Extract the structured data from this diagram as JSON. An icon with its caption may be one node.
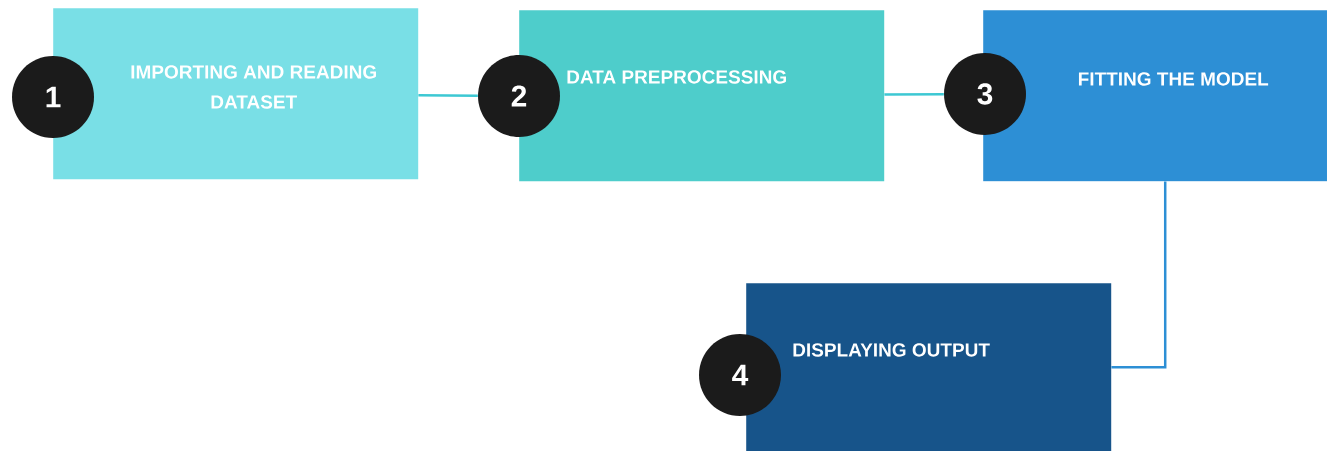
{
  "diagram": {
    "nodes": [
      {
        "text": [
          "1"
        ]
      },
      {
        "text": [
          "IMPORTING AND READING DATASET"
        ]
      },
      {
        "text": [
          "2"
        ]
      },
      {
        "text": [
          "DATA PREPROCESSING"
        ]
      },
      {
        "text": [
          "3"
        ]
      },
      {
        "text": [
          "FITTING THE MODEL"
        ]
      },
      {
        "text": [
          "4"
        ]
      },
      {
        "text": [
          "DISPLAYING OUTPUT"
        ]
      }
    ],
    "edges": [
      {
        "from": 1,
        "to": 2,
        "arrow": "none"
      },
      {
        "from": 3,
        "to": 4,
        "arrow": "none"
      },
      {
        "from": 5,
        "to": 7,
        "arrow": "none",
        "color": "#2d8fd5"
      }
    ]
  }
}
